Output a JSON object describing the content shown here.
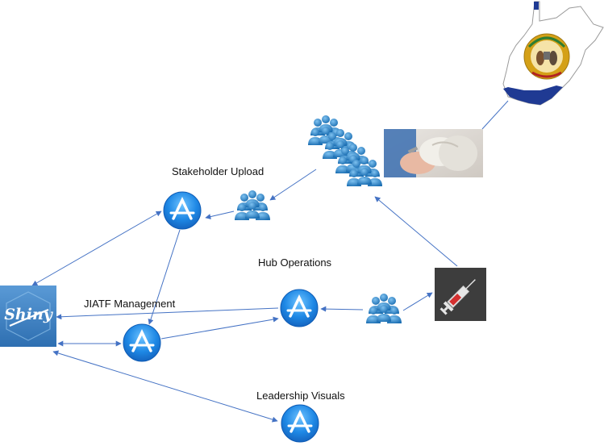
{
  "diagram": {
    "labels": {
      "stakeholder_upload": "Stakeholder Upload",
      "hub_operations": "Hub Operations",
      "jiatf_management": "JIATF Management",
      "leadership_visuals": "Leadership Visuals"
    },
    "shiny_logo_text": "Shiny",
    "nodes": [
      {
        "id": "shiny-logo",
        "kind": "shiny-logo"
      },
      {
        "id": "app-stakeholder-upload",
        "kind": "app-store-icon"
      },
      {
        "id": "app-hub-operations",
        "kind": "app-store-icon"
      },
      {
        "id": "app-jiatf-management",
        "kind": "app-store-icon"
      },
      {
        "id": "app-leadership-visuals",
        "kind": "app-store-icon"
      },
      {
        "id": "people-group-stakeholders",
        "kind": "people-group-icon"
      },
      {
        "id": "people-crowd",
        "kind": "people-group-icon"
      },
      {
        "id": "people-group-hub",
        "kind": "people-group-icon"
      },
      {
        "id": "syringe-tile",
        "kind": "syringe-icon"
      },
      {
        "id": "vaccination-photo",
        "kind": "photo"
      },
      {
        "id": "west-virginia-flag-map",
        "kind": "state-map-flag"
      }
    ],
    "colors": {
      "arrow": "#4472c4",
      "app_icon_blue": "#1e88e5",
      "shiny_blue": "#3f86c8",
      "people_blue": "#2a7fc4",
      "syringe_bg": "#3d3d3d",
      "flag_blue": "#1f3a93",
      "seal_gold": "#d4a017"
    }
  }
}
